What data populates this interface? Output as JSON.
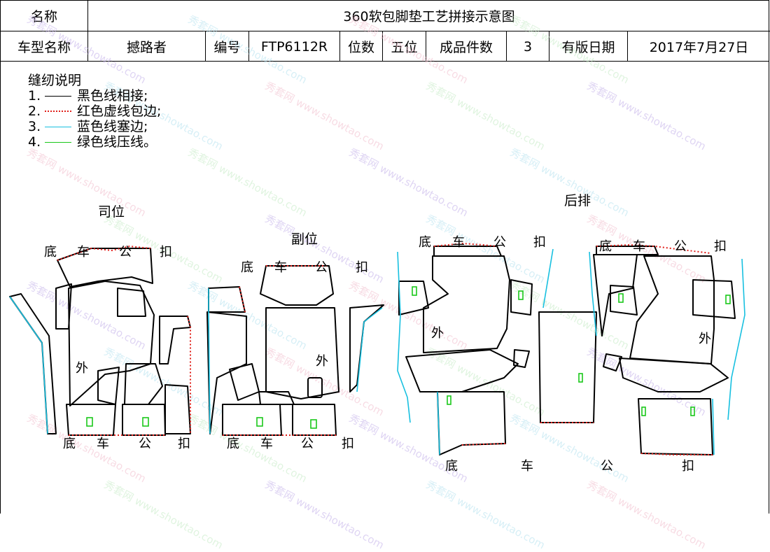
{
  "header": {
    "name_label": "名称",
    "title": "360软包脚垫工艺拼接示意图",
    "model_label": "车型名称",
    "model_value": "撼路者",
    "code_label": "编号",
    "code_value": "FTP6112R",
    "seats_label": "位数",
    "seats_value": "五位",
    "pieces_label": "成品件数",
    "pieces_value": "3",
    "date_label": "有版日期",
    "date_value": "2017年7月27日"
  },
  "notes": {
    "title": "缝纫说明",
    "items": [
      {
        "num": "1.",
        "text": "黑色线相接;",
        "color": "#000000",
        "style": "solid"
      },
      {
        "num": "2.",
        "text": "红色虚线包边;",
        "color": "#e0201b",
        "style": "dotted"
      },
      {
        "num": "3.",
        "text": "蓝色线塞边;",
        "color": "#18c0e0",
        "style": "solid"
      },
      {
        "num": "4.",
        "text": "绿色线压线。",
        "color": "#1ac81a",
        "style": "solid"
      }
    ]
  },
  "sections": {
    "driver": "司位",
    "passenger": "副位",
    "rear": "后排"
  },
  "edge_marks": {
    "d": "底",
    "c": "车",
    "g": "公",
    "k": "扣"
  },
  "outside_label": "外",
  "watermark": "秀套网 www.showtao.com"
}
